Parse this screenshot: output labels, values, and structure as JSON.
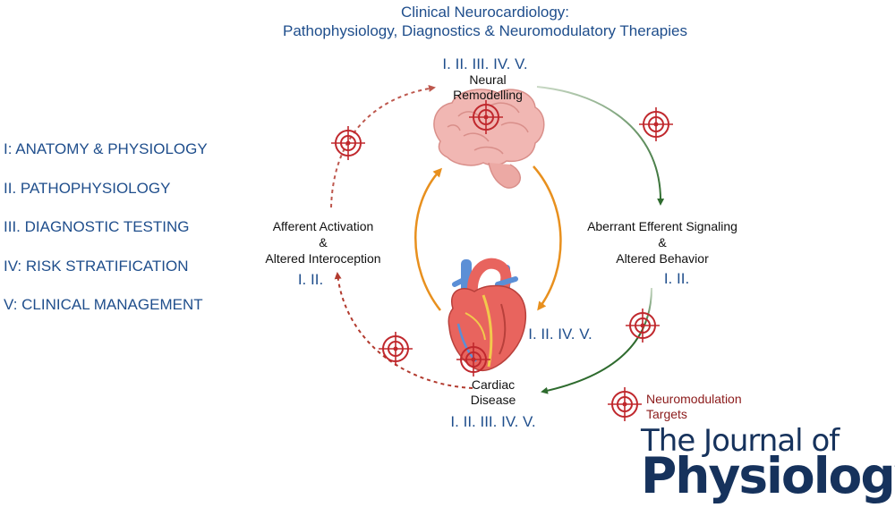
{
  "title": {
    "line1": "Clinical Neurocardiology:",
    "line2": "Pathophysiology, Diagnostics & Neuromodulatory Therapies"
  },
  "legend_themes": [
    "I: ANATOMY & PHYSIOLOGY",
    "II. PATHOPHYSIOLOGY",
    "III. DIAGNOSTIC TESTING",
    "IV: RISK STRATIFICATION",
    "V: CLINICAL MANAGEMENT"
  ],
  "nodes": {
    "neural": {
      "themes": "I. II. III. IV. V.",
      "line1": "Neural",
      "line2": "Remodelling"
    },
    "efferent": {
      "line1": "Aberrant Efferent Signaling",
      "line2": "&",
      "line3": "Altered Behavior",
      "themes": "I. II."
    },
    "cardiac": {
      "line1": "Cardiac",
      "line2": "Disease",
      "themes": "I. II. III. IV. V."
    },
    "afferent": {
      "line1": "Afferent Activation",
      "line2": "&",
      "line3": "Altered Interoception",
      "themes": "I. II."
    },
    "heart_center": {
      "themes": "I. II. IV. V."
    }
  },
  "target_legend": {
    "line1": "Neuromodulation",
    "line2": "Targets"
  },
  "journal": {
    "line1": "The Journal of",
    "line2": "Physiology"
  },
  "colors": {
    "text_blue": "#1f4e8c",
    "target_red": "#c0282d",
    "efferent_green": "#2e6b2e",
    "afferent_red": "#b23a2e",
    "inner_orange": "#e8901e",
    "journal_navy": "#16325c",
    "brain_pink": "#f1b7b3",
    "heart_red": "#e8645e"
  }
}
